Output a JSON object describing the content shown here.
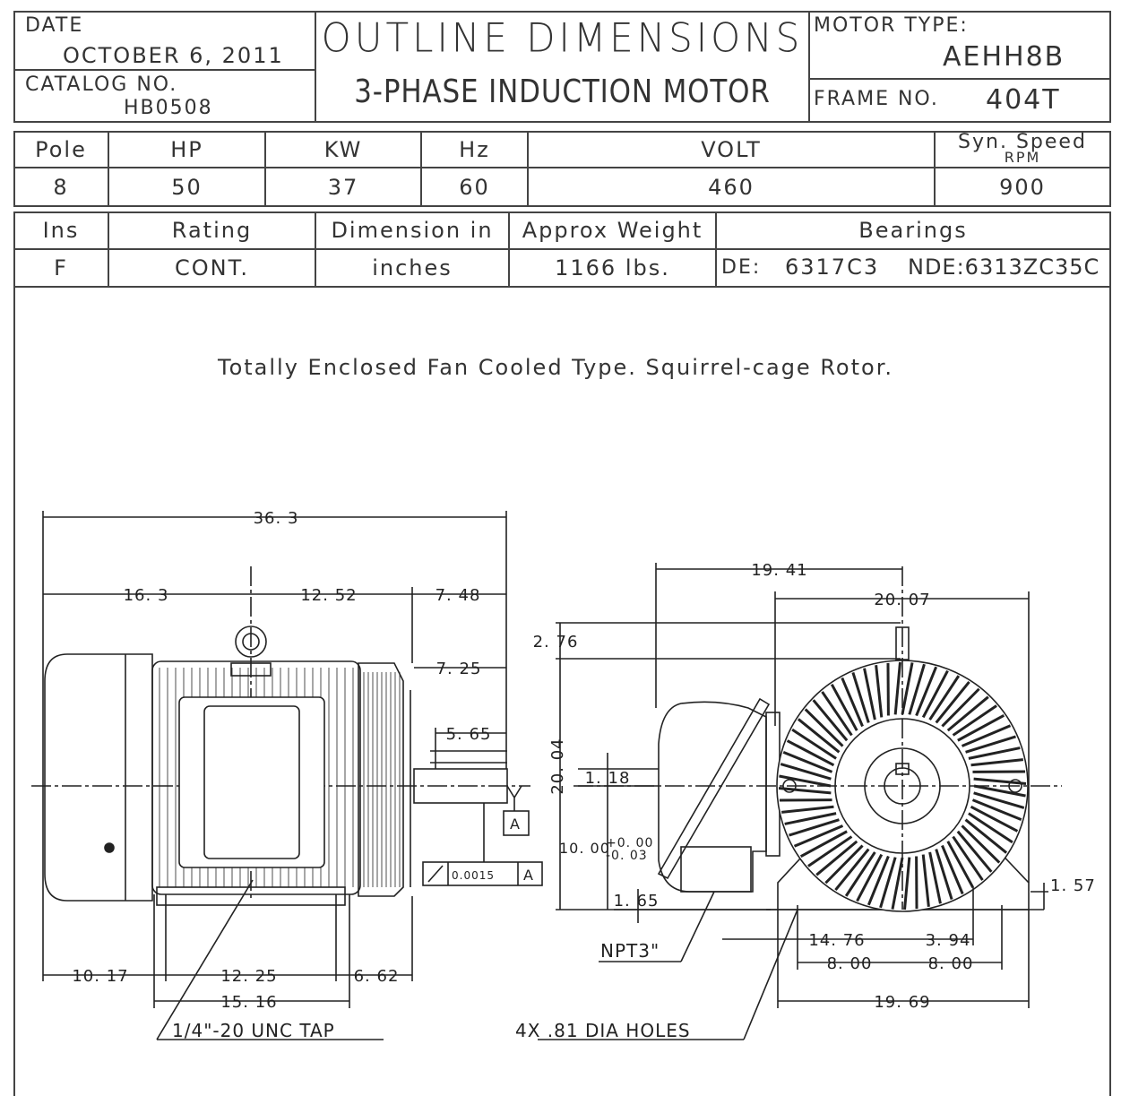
{
  "header": {
    "date_label": "DATE",
    "date_value": "OCTOBER 6, 2011",
    "catalog_label": "CATALOG NO.",
    "catalog_value": "HB0508",
    "title_line1": "OUTLINE DIMENSIONS",
    "title_line2": "3-PHASE INDUCTION MOTOR",
    "motor_type_label": "MOTOR TYPE:",
    "motor_type_value": "AEHH8B",
    "frame_label": "FRAME NO.",
    "frame_value": "404T"
  },
  "spec_table_1": {
    "headers": [
      "Pole",
      "HP",
      "KW",
      "Hz",
      "VOLT",
      "Syn. Speed"
    ],
    "speed_unit": "RPM",
    "values": [
      "8",
      "50",
      "37",
      "60",
      "460",
      "900"
    ]
  },
  "spec_table_2": {
    "headers": [
      "Ins",
      "Rating",
      "Dimension in",
      "Approx Weight",
      "Bearings"
    ],
    "values": [
      "F",
      "CONT.",
      "inches",
      "1166 lbs."
    ],
    "bearing_de_label": "DE:",
    "bearing_de_value": "6317C3",
    "bearing_nde": "NDE:6313ZC35C"
  },
  "description": "Totally Enclosed Fan Cooled Type. Squirrel-cage Rotor.",
  "side_view": {
    "overall_length": "36. 3",
    "d_16_3": "16. 3",
    "d_12_52": "12. 52",
    "d_7_48": "7. 48",
    "d_7_25": "7. 25",
    "d_5_65": "5. 65",
    "d_10_17": "10. 17",
    "d_12_25": "12. 25",
    "d_6_62": "6. 62",
    "d_15_16": "15. 16",
    "tap_note": "1/4\"-20 UNC TAP",
    "runout_value": "0.0015",
    "datum": "A"
  },
  "end_view": {
    "d_19_41": "19. 41",
    "d_20_07": "20. 07",
    "d_2_76": "2. 76",
    "d_20_04": "20. 04",
    "d_1_18": "1. 18",
    "shaft_height": "10. 00",
    "tol_plus": "+0. 00",
    "tol_minus": "-0. 03",
    "d_1_65": "1. 65",
    "conduit_note": "NPT3\"",
    "d_14_76": "14. 76",
    "d_3_94": "3. 94",
    "d_8_00_a": "8. 00",
    "d_8_00_b": "8. 00",
    "d_1_57": "1. 57",
    "d_19_69": "19. 69",
    "holes_note": "4X .81 DIA HOLES"
  }
}
